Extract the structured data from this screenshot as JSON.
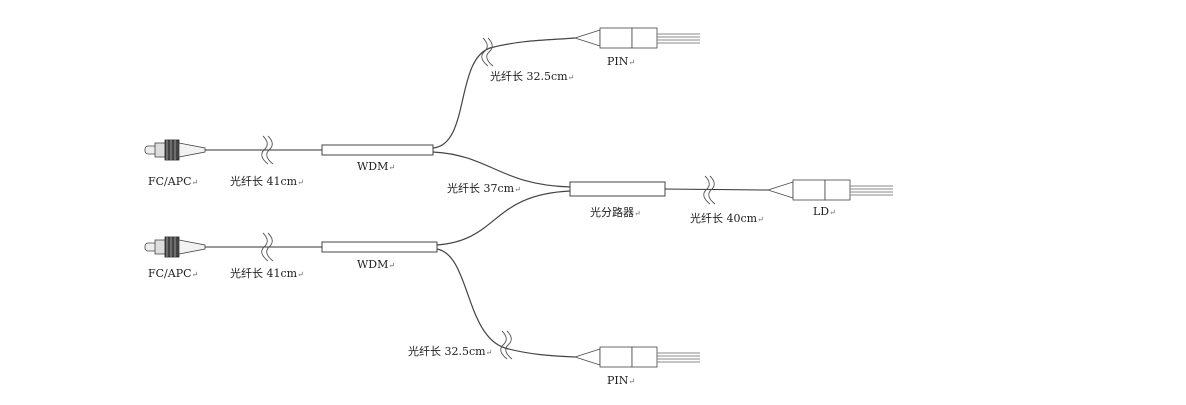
{
  "labels": {
    "fc_apc_top": "FC/APC",
    "fiber_top_left": "光纤长 41cm",
    "wdm_top": "WDM",
    "fiber_pin_top": "光纤长 32.5cm",
    "pin_top": "PIN",
    "fiber_splitter": "光纤长 37cm",
    "splitter": "光分路器",
    "fiber_ld": "光纤长 40cm",
    "ld": "LD",
    "fc_apc_bottom": "FC/APC",
    "fiber_bottom_left": "光纤长 41cm",
    "wdm_bottom": "WDM",
    "fiber_pin_bottom": "光纤长 32.5cm",
    "pin_bottom": "PIN"
  },
  "return_mark": "↵"
}
